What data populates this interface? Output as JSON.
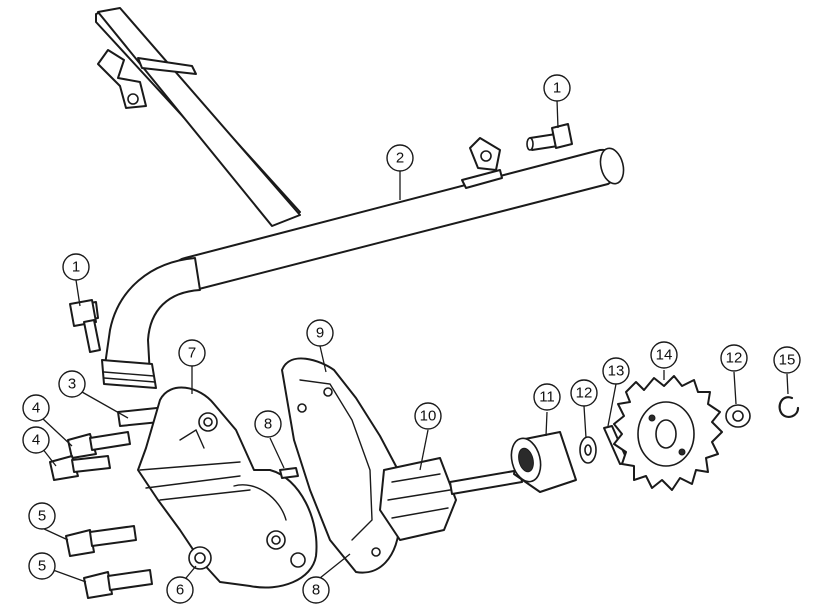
{
  "callouts": [
    {
      "label": "1"
    },
    {
      "label": "2"
    },
    {
      "label": "1"
    },
    {
      "label": "9"
    },
    {
      "label": "7"
    },
    {
      "label": "3"
    },
    {
      "label": "4"
    },
    {
      "label": "4"
    },
    {
      "label": "8"
    },
    {
      "label": "10"
    },
    {
      "label": "11"
    },
    {
      "label": "12"
    },
    {
      "label": "13"
    },
    {
      "label": "14"
    },
    {
      "label": "12"
    },
    {
      "label": "15"
    },
    {
      "label": "5"
    },
    {
      "label": "5"
    },
    {
      "label": "6"
    },
    {
      "label": "8"
    }
  ]
}
